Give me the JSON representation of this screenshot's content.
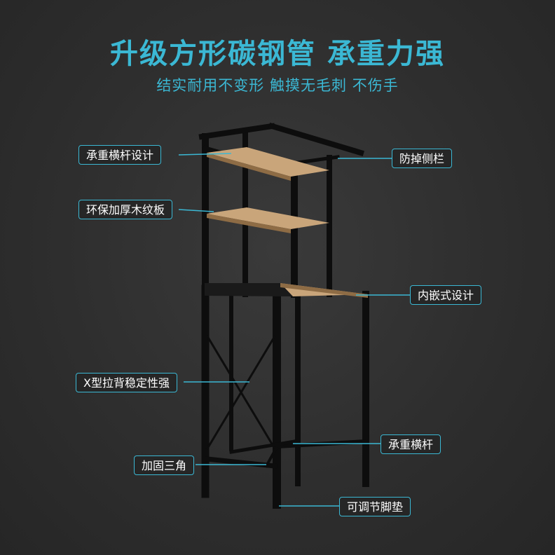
{
  "colors": {
    "accent": "#3bb8d4",
    "background": "#2e2e2e",
    "label_text": "#ffffff",
    "frame": "#111111",
    "wood": "#c9a57a"
  },
  "headline": "升级方形碳钢管  承重力强",
  "subline": "结实耐用不变形  触摸无毛刺 不伤手",
  "callouts": {
    "crossbar_design": "承重横杆设计",
    "anti_fall_rail": "防掉侧栏",
    "eco_wood_board": "环保加厚木纹板",
    "embedded_design": "内嵌式设计",
    "x_back_brace": "X型拉背稳定性强",
    "load_crossbar": "承重横杆",
    "reinforced_triangle": "加固三角",
    "adjustable_feet": "可调节脚垫"
  }
}
